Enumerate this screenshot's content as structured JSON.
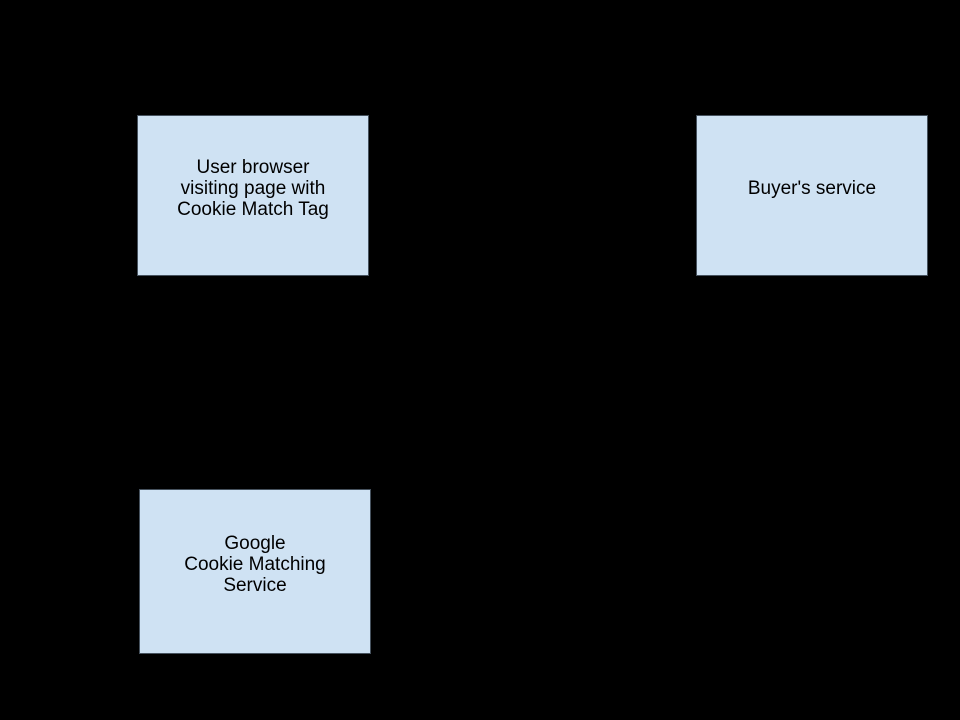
{
  "canvas": {
    "background_color": "#000000"
  },
  "diagram": {
    "node_fill_color": "#cfe2f3",
    "node_border_color": "#46525e",
    "node_text_color": "#000000",
    "nodes": [
      {
        "id": "user-browser",
        "label": "User browser\nvisiting page with\nCookie Match Tag"
      },
      {
        "id": "buyers-service",
        "label": "Buyer's service"
      },
      {
        "id": "google-cookie-matching-service",
        "label": "Google\nCookie Matching\nService"
      }
    ]
  }
}
